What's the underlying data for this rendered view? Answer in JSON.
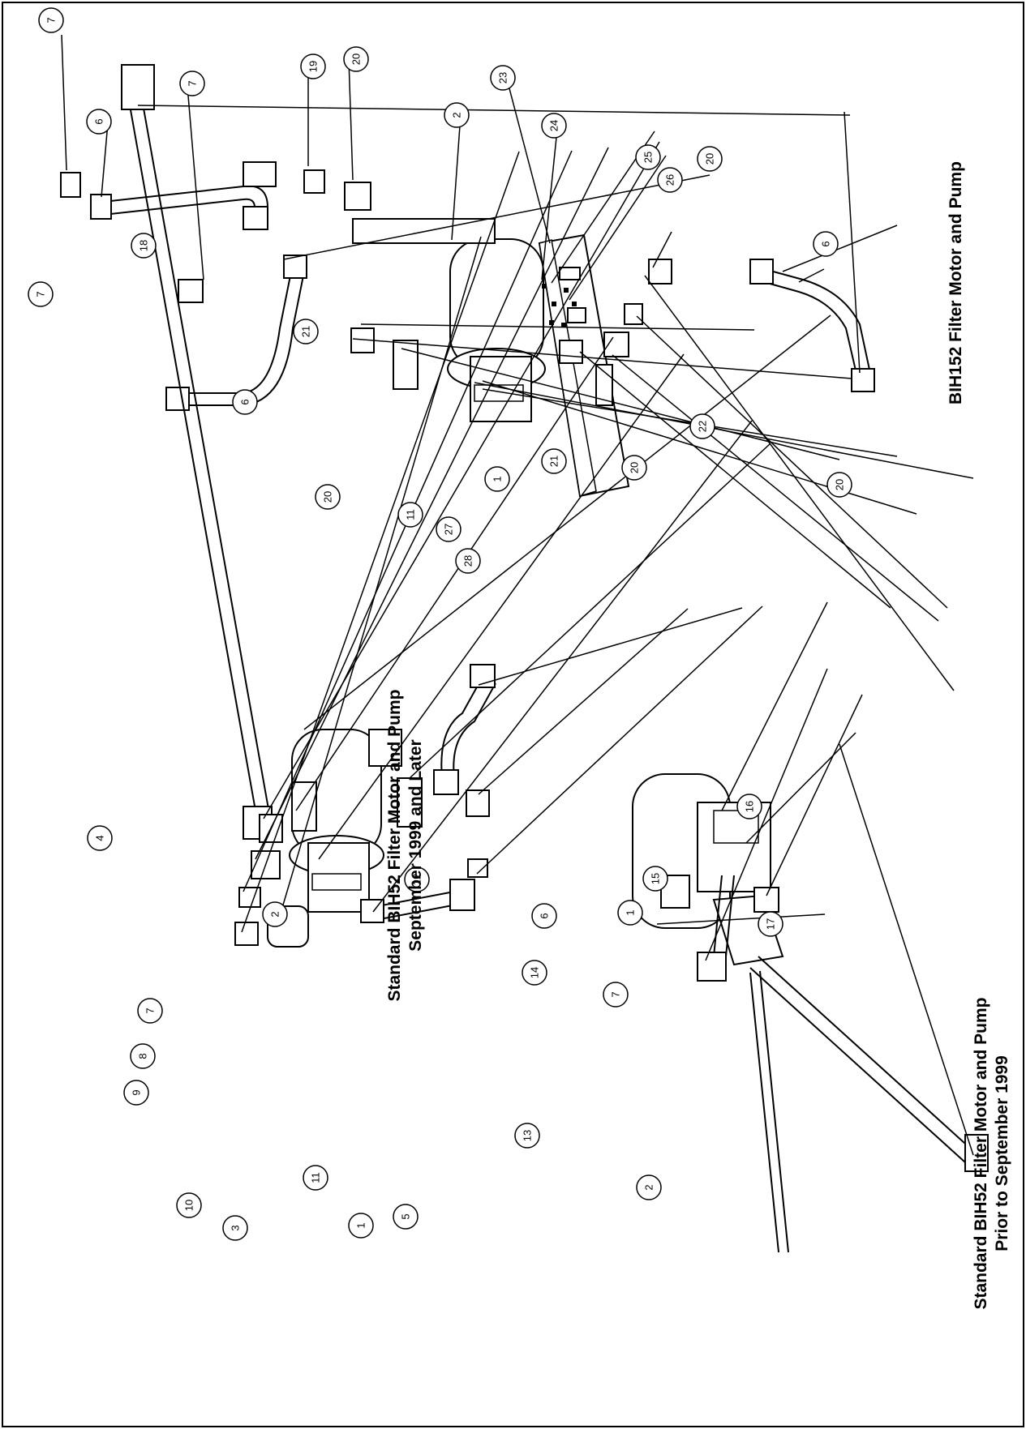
{
  "titles": {
    "standard_later_line1": "Standard BIH52 Filter Motor and Pump",
    "standard_later_line2": "September 1999 and Later",
    "bih152": "BIH152  Filter Motor and Pump",
    "standard_prior_line1": "Standard BIH52 Filter Motor and Pump",
    "standard_prior_line2": "Prior to September 1999"
  },
  "callouts": {
    "bih152": [
      "7",
      "6",
      "7",
      "19",
      "20",
      "2",
      "23",
      "24",
      "25",
      "26",
      "20",
      "6",
      "7",
      "18",
      "6",
      "21",
      "20",
      "11",
      "27",
      "28",
      "1",
      "21",
      "20",
      "22",
      "20"
    ],
    "standard_later": [
      "4",
      "2",
      "12",
      "6",
      "14",
      "7",
      "8",
      "9",
      "10",
      "3",
      "11",
      "1",
      "5",
      "13"
    ],
    "standard_prior": [
      "16",
      "15",
      "1",
      "7",
      "17",
      "2"
    ]
  },
  "colors": {
    "line": "#000000",
    "part_fill": "#ffffff"
  }
}
